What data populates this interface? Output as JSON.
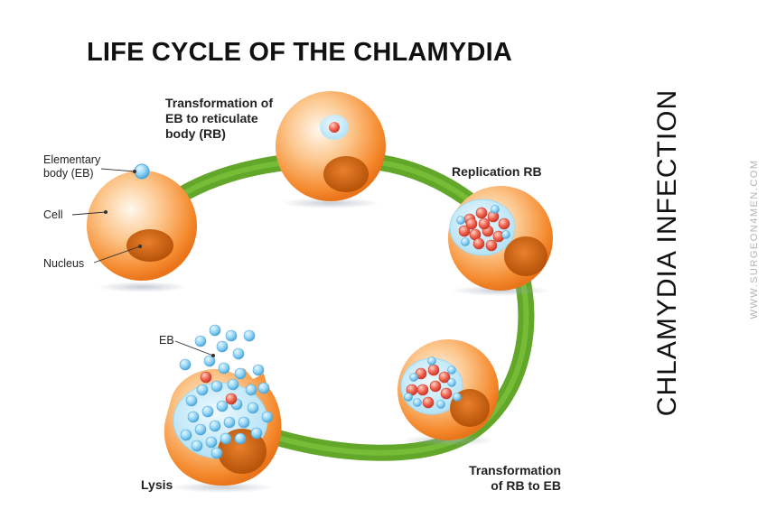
{
  "title": "LIFE CYCLE OF THE CHLAMYDIA",
  "side_title": "CHLAMYDIA INFECTION",
  "watermark": "WWW.SURGEON4MEN.COM",
  "stages": {
    "transformation_eb_rb": [
      "Transformation of",
      "EB to reticulate",
      "body (RB)"
    ],
    "replication": "Replication RB",
    "transformation_rb_eb": [
      "Transformation",
      "of RB to EB"
    ],
    "lysis": "Lysis"
  },
  "parts": {
    "elementary_body": [
      "Elementary",
      "body (EB)"
    ],
    "cell": "Cell",
    "nucleus": "Nucleus",
    "eb": "EB"
  },
  "colors": {
    "cycle_ring": "#5aa21f",
    "cell_orange": "#f7913a",
    "nucleus_brown": "#c95f10",
    "eb_blue": "#8fd3f5",
    "rb_red": "#f0624e"
  }
}
